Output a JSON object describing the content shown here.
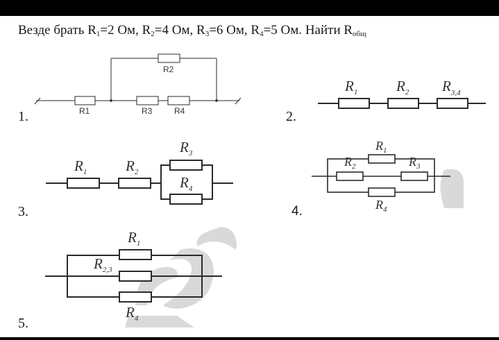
{
  "header": {
    "task_prefix": "Везде брать ",
    "given": [
      {
        "name": "R",
        "sub": "1",
        "value": "=2 Ом, "
      },
      {
        "name": "R",
        "sub": "2",
        "value": "=4 Ом, "
      },
      {
        "name": "R",
        "sub": "3",
        "value": "=6 Ом, "
      },
      {
        "name": "R",
        "sub": "4",
        "value": "=5 Ом. "
      }
    ],
    "task_suffix": "Найти ",
    "target": {
      "name": "R",
      "sub": "общ"
    }
  },
  "circuits": [
    {
      "number": "1.",
      "labels": {
        "r1": "R1",
        "r2": "R2",
        "r3": "R3",
        "r4": "R4"
      }
    },
    {
      "number": "2.",
      "labels": [
        {
          "main": "R",
          "sub": "1"
        },
        {
          "main": "R",
          "sub": "2"
        },
        {
          "main": "R",
          "sub": "3,4"
        }
      ]
    },
    {
      "number": "3.",
      "labels": [
        {
          "main": "R",
          "sub": "1"
        },
        {
          "main": "R",
          "sub": "2"
        },
        {
          "main": "R",
          "sub": "3"
        },
        {
          "main": "R",
          "sub": "4"
        }
      ]
    },
    {
      "number": "4.",
      "labels": [
        {
          "main": "R",
          "sub": "1"
        },
        {
          "main": "R",
          "sub": "2"
        },
        {
          "main": "R",
          "sub": "3"
        },
        {
          "main": "R",
          "sub": "4"
        }
      ]
    },
    {
      "number": "5.",
      "labels": [
        {
          "main": "R",
          "sub": "1"
        },
        {
          "main": "R",
          "sub": "2,3"
        },
        {
          "main": "R",
          "sub": "4"
        }
      ]
    }
  ]
}
